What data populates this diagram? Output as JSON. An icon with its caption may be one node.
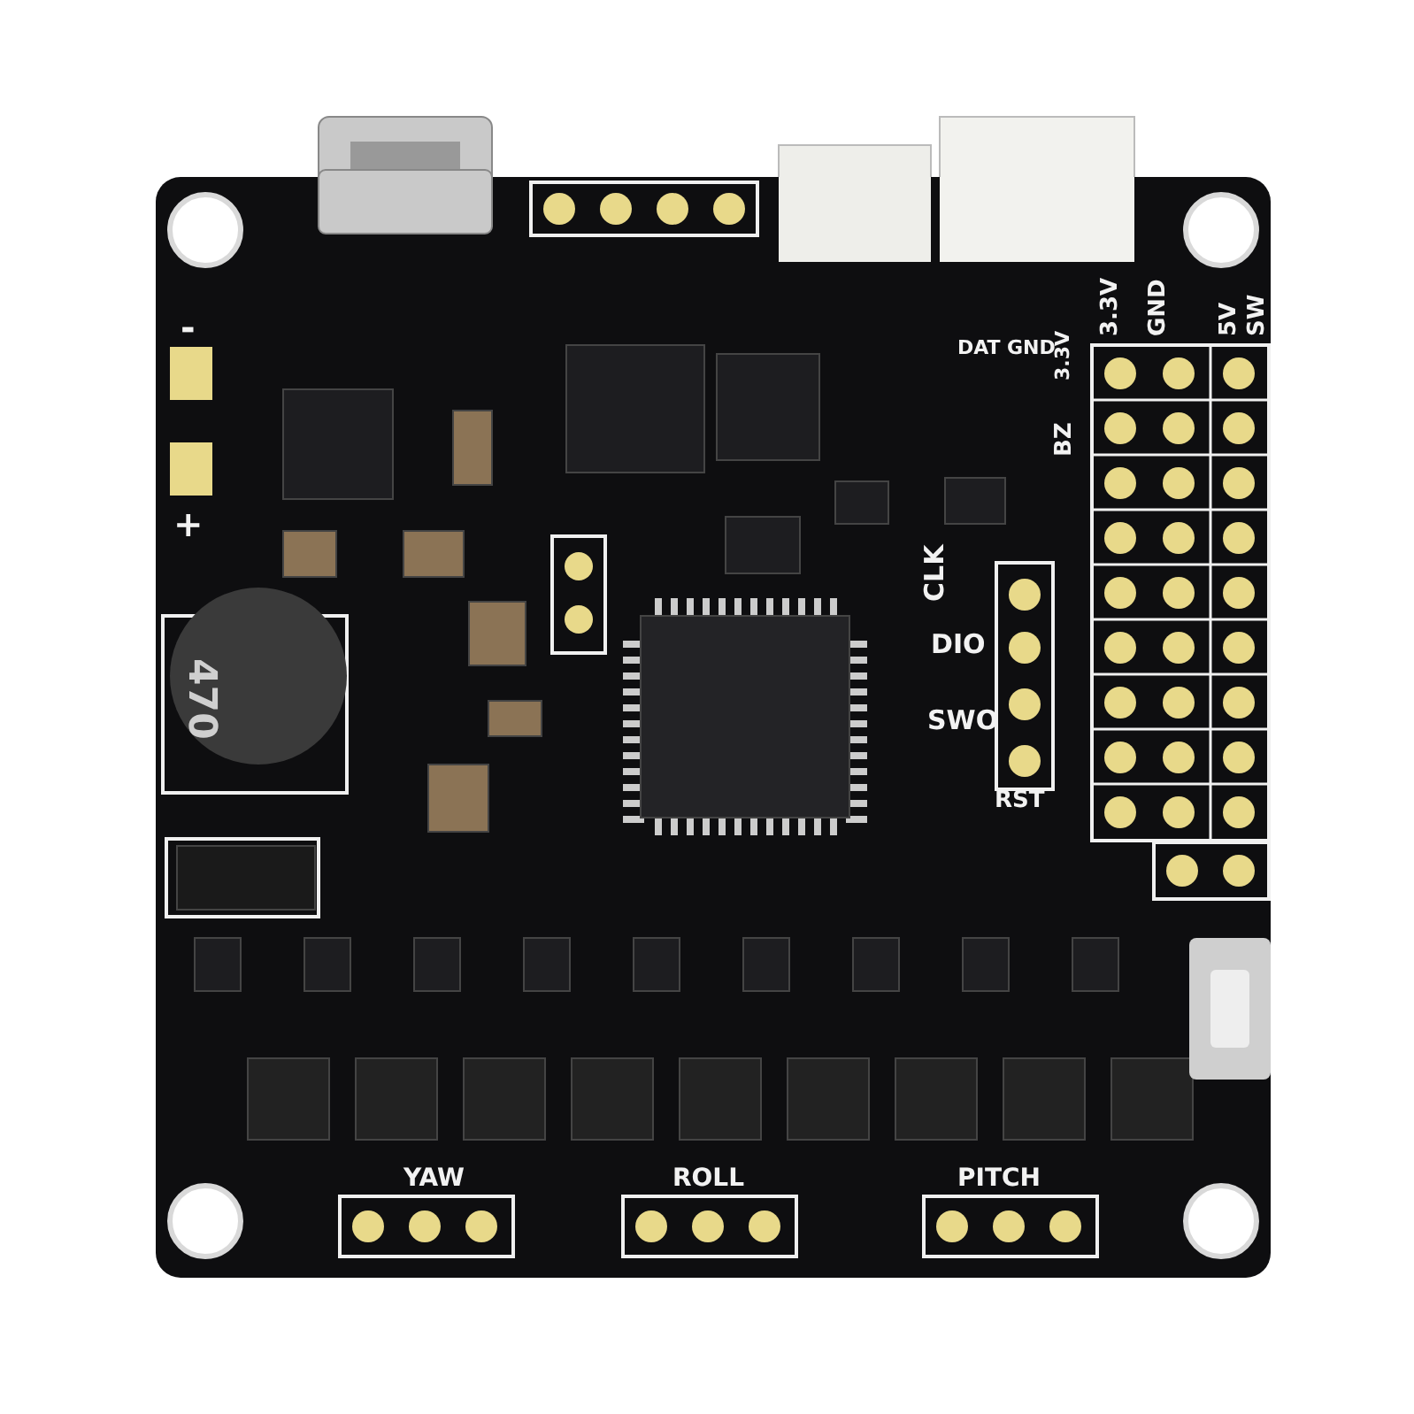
{
  "diagram": {
    "labels": [
      "-",
      "DAT",
      "GND",
      "3.3V",
      "GND",
      "5V",
      "SW",
      "3.3V",
      "BZ",
      "+",
      "CLK",
      "DIO",
      "470",
      "SWO",
      "RST",
      "YAW",
      "ROLL",
      "PITCH"
    ]
  }
}
